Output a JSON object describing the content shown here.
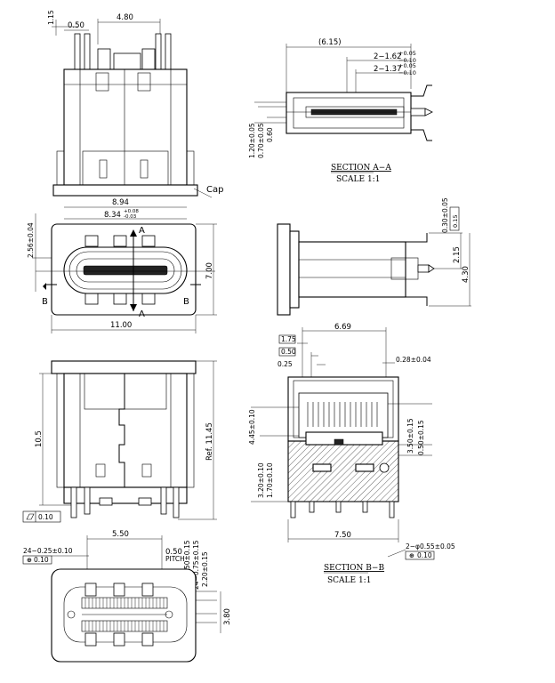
{
  "top_view": {
    "dims": {
      "top_offset": "1.15",
      "pin_offset": "0.50",
      "width": "4.80",
      "body_width": "8.94"
    },
    "cap_label": "Cap"
  },
  "front_view": {
    "dims": {
      "shell": "8.34",
      "shell_tol_plus": "+0.08",
      "shell_tol_minus": "-0.03",
      "height_left": "2.56±0.04",
      "height_right": "7.00",
      "flange": "11.00"
    },
    "markers": {
      "a_top": "A",
      "a_bottom": "A",
      "b_left": "B",
      "b_right": "B"
    }
  },
  "side_view": {
    "dims": {
      "height": "10.5",
      "ref": "Ref. 11.45"
    },
    "flatness_value": "0.10"
  },
  "bottom_view": {
    "dims": {
      "pin_span": "5.50",
      "pitch_value": "0.50",
      "pitch_label": "PITCH",
      "row_pad": "24−0.25±0.10",
      "row_pad_tol": "0.10",
      "pad1": "24−0.50±0.15",
      "pad2": "24−0.75±0.15",
      "pad3": "2.20±0.15",
      "depth": "3.80"
    }
  },
  "section_aa": {
    "dims": {
      "length": "(6.15)",
      "d1": "2−1.62",
      "d1_plus": "+0.05",
      "d1_minus": "−0.10",
      "d2": "2−1.37",
      "d2_plus": "+0.05",
      "d2_minus": "−0.10",
      "v1": "1.20±0.05",
      "v2": "0.70±0.05",
      "v3": "0.60"
    },
    "title": "SECTION A−A",
    "scale": "SCALE 1:1"
  },
  "right_side_view": {
    "dims": {
      "top": "0.30±0.05",
      "top_tol": "0.15",
      "mid": "2.15",
      "overall": "4.30"
    }
  },
  "section_bb": {
    "dims": {
      "d175": "1.75",
      "d050": "0.50",
      "d025": "0.25",
      "width": "6.69",
      "d028": "0.28±0.04",
      "v445": "4.45±0.10",
      "v320": "3.20±0.10",
      "v170": "1.70±0.10",
      "v350": "3.50±0.15",
      "v050": "0.50±0.15",
      "bottom": "7.50",
      "hole": "2−φ0.55±0.05",
      "hole_tol": "0.10"
    },
    "title": "SECTION B−B",
    "scale": "SCALE 1:1"
  }
}
